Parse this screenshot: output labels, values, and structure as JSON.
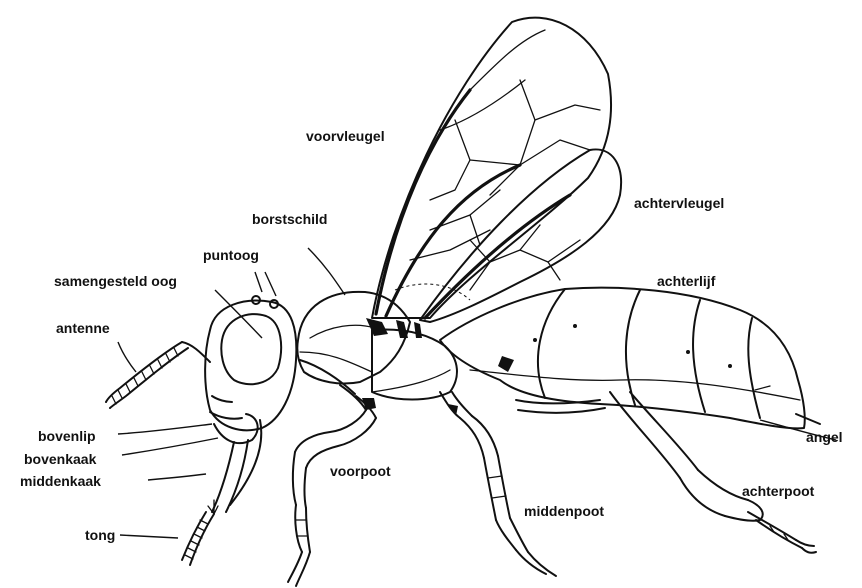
{
  "labels": {
    "voorvleugel": "voorvleugel",
    "achtervleugel": "achtervleugel",
    "borstschild": "borstschild",
    "puntoog": "puntoog",
    "samengesteld_oog": "samengesteld oog",
    "achterlijf": "achterlijf",
    "antenne": "antenne",
    "bovenlip": "bovenlip",
    "bovenkaak": "bovenkaak",
    "middenkaak": "middenkaak",
    "tong": "tong",
    "voorpoot": "voorpoot",
    "middenpoot": "middenpoot",
    "achterpoot": "achterpoot",
    "angel": "angel"
  },
  "colors": {
    "ink": "#111111",
    "background": "#ffffff"
  }
}
